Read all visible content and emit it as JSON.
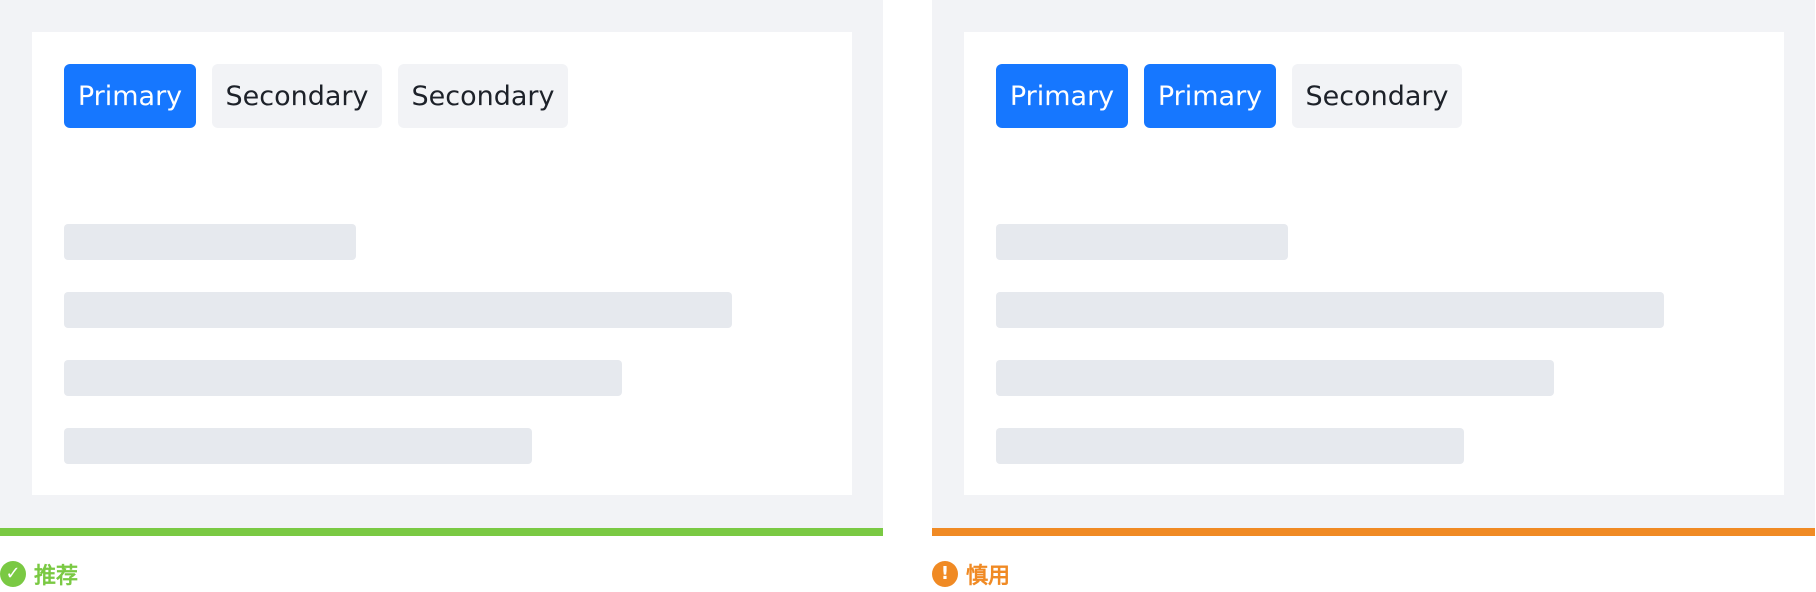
{
  "panels": [
    {
      "buttons": [
        {
          "label": "Primary",
          "variant": "primary"
        },
        {
          "label": "Secondary",
          "variant": "secondary"
        },
        {
          "label": "Secondary",
          "variant": "secondary"
        }
      ],
      "status": {
        "label": "推荐",
        "color": "#7ac943",
        "icon": "check-circle-icon"
      }
    },
    {
      "buttons": [
        {
          "label": "Primary",
          "variant": "primary"
        },
        {
          "label": "Primary",
          "variant": "primary"
        },
        {
          "label": "Secondary",
          "variant": "secondary"
        }
      ],
      "status": {
        "label": "慎用",
        "color": "#f08a24",
        "icon": "exclamation-circle-icon"
      }
    }
  ],
  "colors": {
    "primary": "#1677ff",
    "secondary_bg": "#f2f3f6",
    "skeleton": "#e6e9ee",
    "frame_bg": "#f2f3f6"
  }
}
